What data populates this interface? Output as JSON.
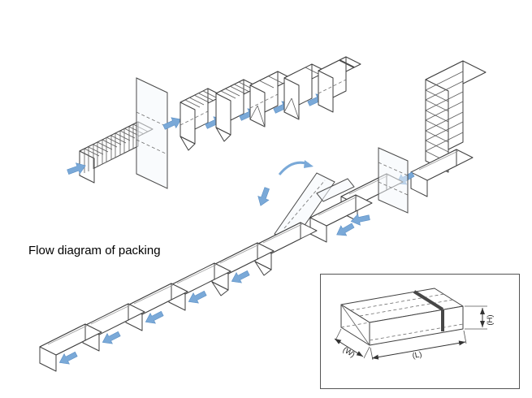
{
  "title": "Flow diagram of packing",
  "inset": {
    "w": "(W)",
    "l": "(L)",
    "h": "(H)"
  },
  "colors": {
    "arrow_blue": "#7aa9d8",
    "line": "#3f3f3f",
    "tear_band": "#474747",
    "background": "#ffffff"
  }
}
